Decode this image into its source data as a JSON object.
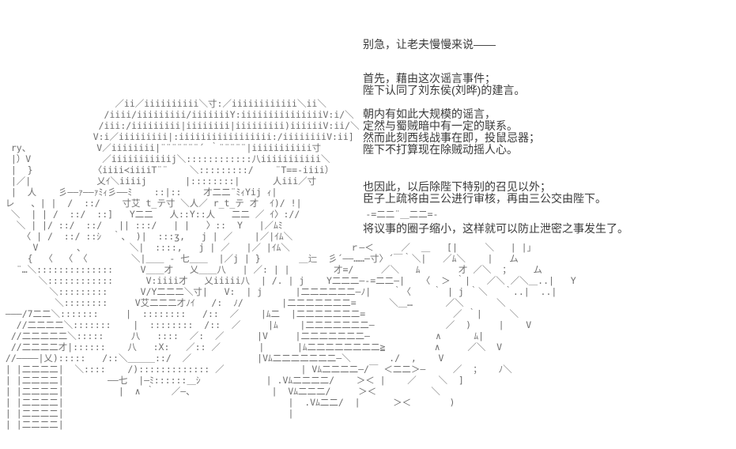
{
  "scene": {
    "background_color": "#ffffff",
    "text_color": "#3a3a3a",
    "aa_color": "#6e6e6e",
    "description": "ASCII-art adventure game scene: old minister character (left) speaking, second kneeling figure (right)"
  },
  "dialogue": {
    "paragraphs": [
      {
        "lines": [
          "别急，让老夫慢慢来说——"
        ]
      },
      {
        "lines": [
          "首先，藉由这次谣言事件；",
          "陛下认同了刘东侯(刘晔)的建言。"
        ]
      },
      {
        "lines": [
          "朝内有如此大规模的谣言，",
          "定然与蜀贼暗中有一定的联系。",
          "然而此刻西线战事在即，投鼠忌器；",
          "陛下不打算现在除贼动摇人心。"
        ]
      },
      {
        "lines": [
          "也因此，以后除陛下特别的召见以外；",
          "臣子上疏将由三公进行审核，再由三公交由陛下。"
        ]
      },
      {
        "lines": [
          "将议事的圈子缩小，这样就可以防止泄密之事发生了。"
        ]
      }
    ]
  },
  "ascii_art": {
    "lines": [
      "                     ／ii／iiiiiiiiii＼寸:／iiiiiiiiiiii＼ii＼",
      "                   /iiii/iiiiiiiii/iiiiiiiY:iiiiiiiiiiiiiiiV:i/＼",
      "                  /iii:/iiiiiiiii|iiiiiiii|iiiiiiiii)iiiiiiV:ii/＼",
      "                 V:i／iiiiiiiii|:iiiiiiiiiiiiiiiii:/iiiiiiiiV:ii]",
      "  ry、            V／iiiiiiii|¨¨¨¨¨¨¨´ ｀¨¨¨¨¨|iiiiiiiiiii寸",
      "  |）V             ／iiiiiiiiiiij＼::::::::::::八iiiiiiiiiii＼",
      "  |  }           〈iiii≺iiiiT¨¨    ＼:::::::::/    ¨T==-iiii）",
      "  |／|            乂ｲ＼iiiij       |::::::::|      人iii／寸",
      "  |  人    彡——ｧ——ｧﾐｨ彡——ﾐ    ::|::    才二二¨ﾐｨYij ｨ|",
      " レ   、| |  /  ::/    寸艾 t_テ寸 ＼人／ r_t_テ 才  ｲ)/ !|",
      "  ＼  | | /  ::/  ::]   Y二二   人::Y::人   二二 ／ ｲ〉://            -=二二¨＿二二=-",
      "   ＼ | |/ ::/  ::/   || :::/   | |   〉::  Y   |／ﾑﾐ",
      "    〈 | /  ::/ ::ｼ  ｀、 )|  :::ʒ,   j | ／    |／|ｲﾑ＼",
      "      V       、        ＼|  ::::,   j | ／   |／ |ｲﾑ＼           ｒ—＜     ／  ＿   [|     ＼   | |」",
      "     {  〈  〈 〈        ＼|＿＿ - 七＿＿  |／j | }       ＿辷  彡´——……—寸〉´￣｀＼|   ／ﾑ＼    |   ム",
      "   ¨…＼::::::::::::::     V＿＿才   乂＿＿八   | ／: | |        才=/     ／＼   ﾑ       才 ／＼  ；    ム",
      "       ＼::::::::::::      V:iiii才   乂iiiii八  | /. | j    Y二二二—-=二二—|   〈  ＞ ｀|   ／＼ ／＼＿..|   Y",
      "         ＼:::::::::      V/Y二二二＼寸|   V:  | j      |二二二二二二—ﾉ|    ｀〈    ｀ | j ｀＼   ｀..|  ..|",
      "          ＼::::::::     V艾二二二才ﾉｲ   /:  ﾉ/       |二二二二二二二=      ＼＿…      ／＼      ＼",
      " ———/7二二＼:::::::     |  ::::::::   /::  ／    |ﾑ二  |二二二二二二二=                ／ ｀|     ＼",
      "   //二二二二＼:::::::    |  ::::::::  /::  ／     |ﾑ    |二二二二二二二—             ／  )     |    V",
      "  //二二二二二＼:::::     八   ::::  ／:  ／      |V     |二二二二二二二—            ∧      ﾑ|",
      "  //二二二二才|::::::    八   :X:   ／:: ／       |      |ﾑ二二二二二二二二≧         ∧     ／＼  V",
      " //————|乂):::::   /::＼＿＿＿::/  ／            |Vﾑ二二二二二二二—＼       ./  ,    V",
      " | |二二二二|  ＼::::    /)::::::::::::: ／              | Vﾑ二二二二—/￣ ＜二二＞—     ／  ；   ﾉ＼",
      " | |二二二二|        ——七  |—ﾐ::::::＿ｼ            | .Vﾑ二二二二/    ＞＜ |    ／    ＼  ]",
      " | |二二二二|          |  ∧ ｀   ／—、              |  Vﾑ二二二/     ＞＜          ＼",
      " | |二二二二|                                         |  .Vﾑ二二/  |      ＞＜       )",
      " | |二二二二|                                         |",
      " | |二二二二|"
    ]
  }
}
